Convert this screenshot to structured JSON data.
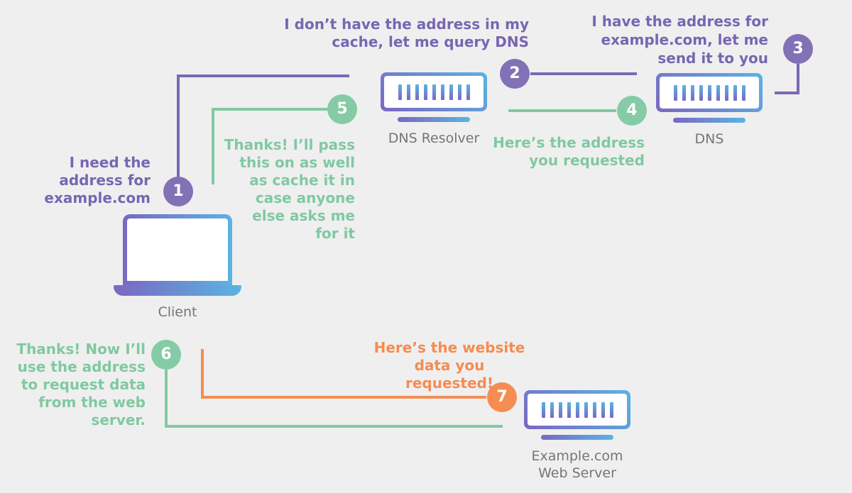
{
  "colors": {
    "background": "#efeff0",
    "purple": "#7a69b3",
    "green": "#82c9a2",
    "orange": "#f68c52",
    "label_gray": "#76757a",
    "icon_blue": "#5bb3e2",
    "icon_purple": "#7a68c1"
  },
  "nodes": {
    "client": {
      "label": "Client"
    },
    "dns_resolver": {
      "label": "DNS Resolver"
    },
    "dns": {
      "label": "DNS"
    },
    "web_server": {
      "label": "Example.com\nWeb Server"
    }
  },
  "steps": [
    {
      "num": "1",
      "color": "purple",
      "text": "I need the\naddress for\nexample.com"
    },
    {
      "num": "2",
      "color": "purple",
      "text": "I don’t have the address in my\ncache, let me query DNS"
    },
    {
      "num": "3",
      "color": "purple",
      "text": "I have the address for\nexample.com, let me\nsend it to you"
    },
    {
      "num": "4",
      "color": "green",
      "text": "Here’s the address\nyou requested"
    },
    {
      "num": "5",
      "color": "green",
      "text": "Thanks! I’ll pass\nthis on as well\nas cache it in\ncase anyone\nelse asks me\nfor it"
    },
    {
      "num": "6",
      "color": "green",
      "text": "Thanks! Now I’ll\nuse the address\nto request data\nfrom the web\nserver."
    },
    {
      "num": "7",
      "color": "orange",
      "text": "Here’s the website\ndata you requested!"
    }
  ]
}
